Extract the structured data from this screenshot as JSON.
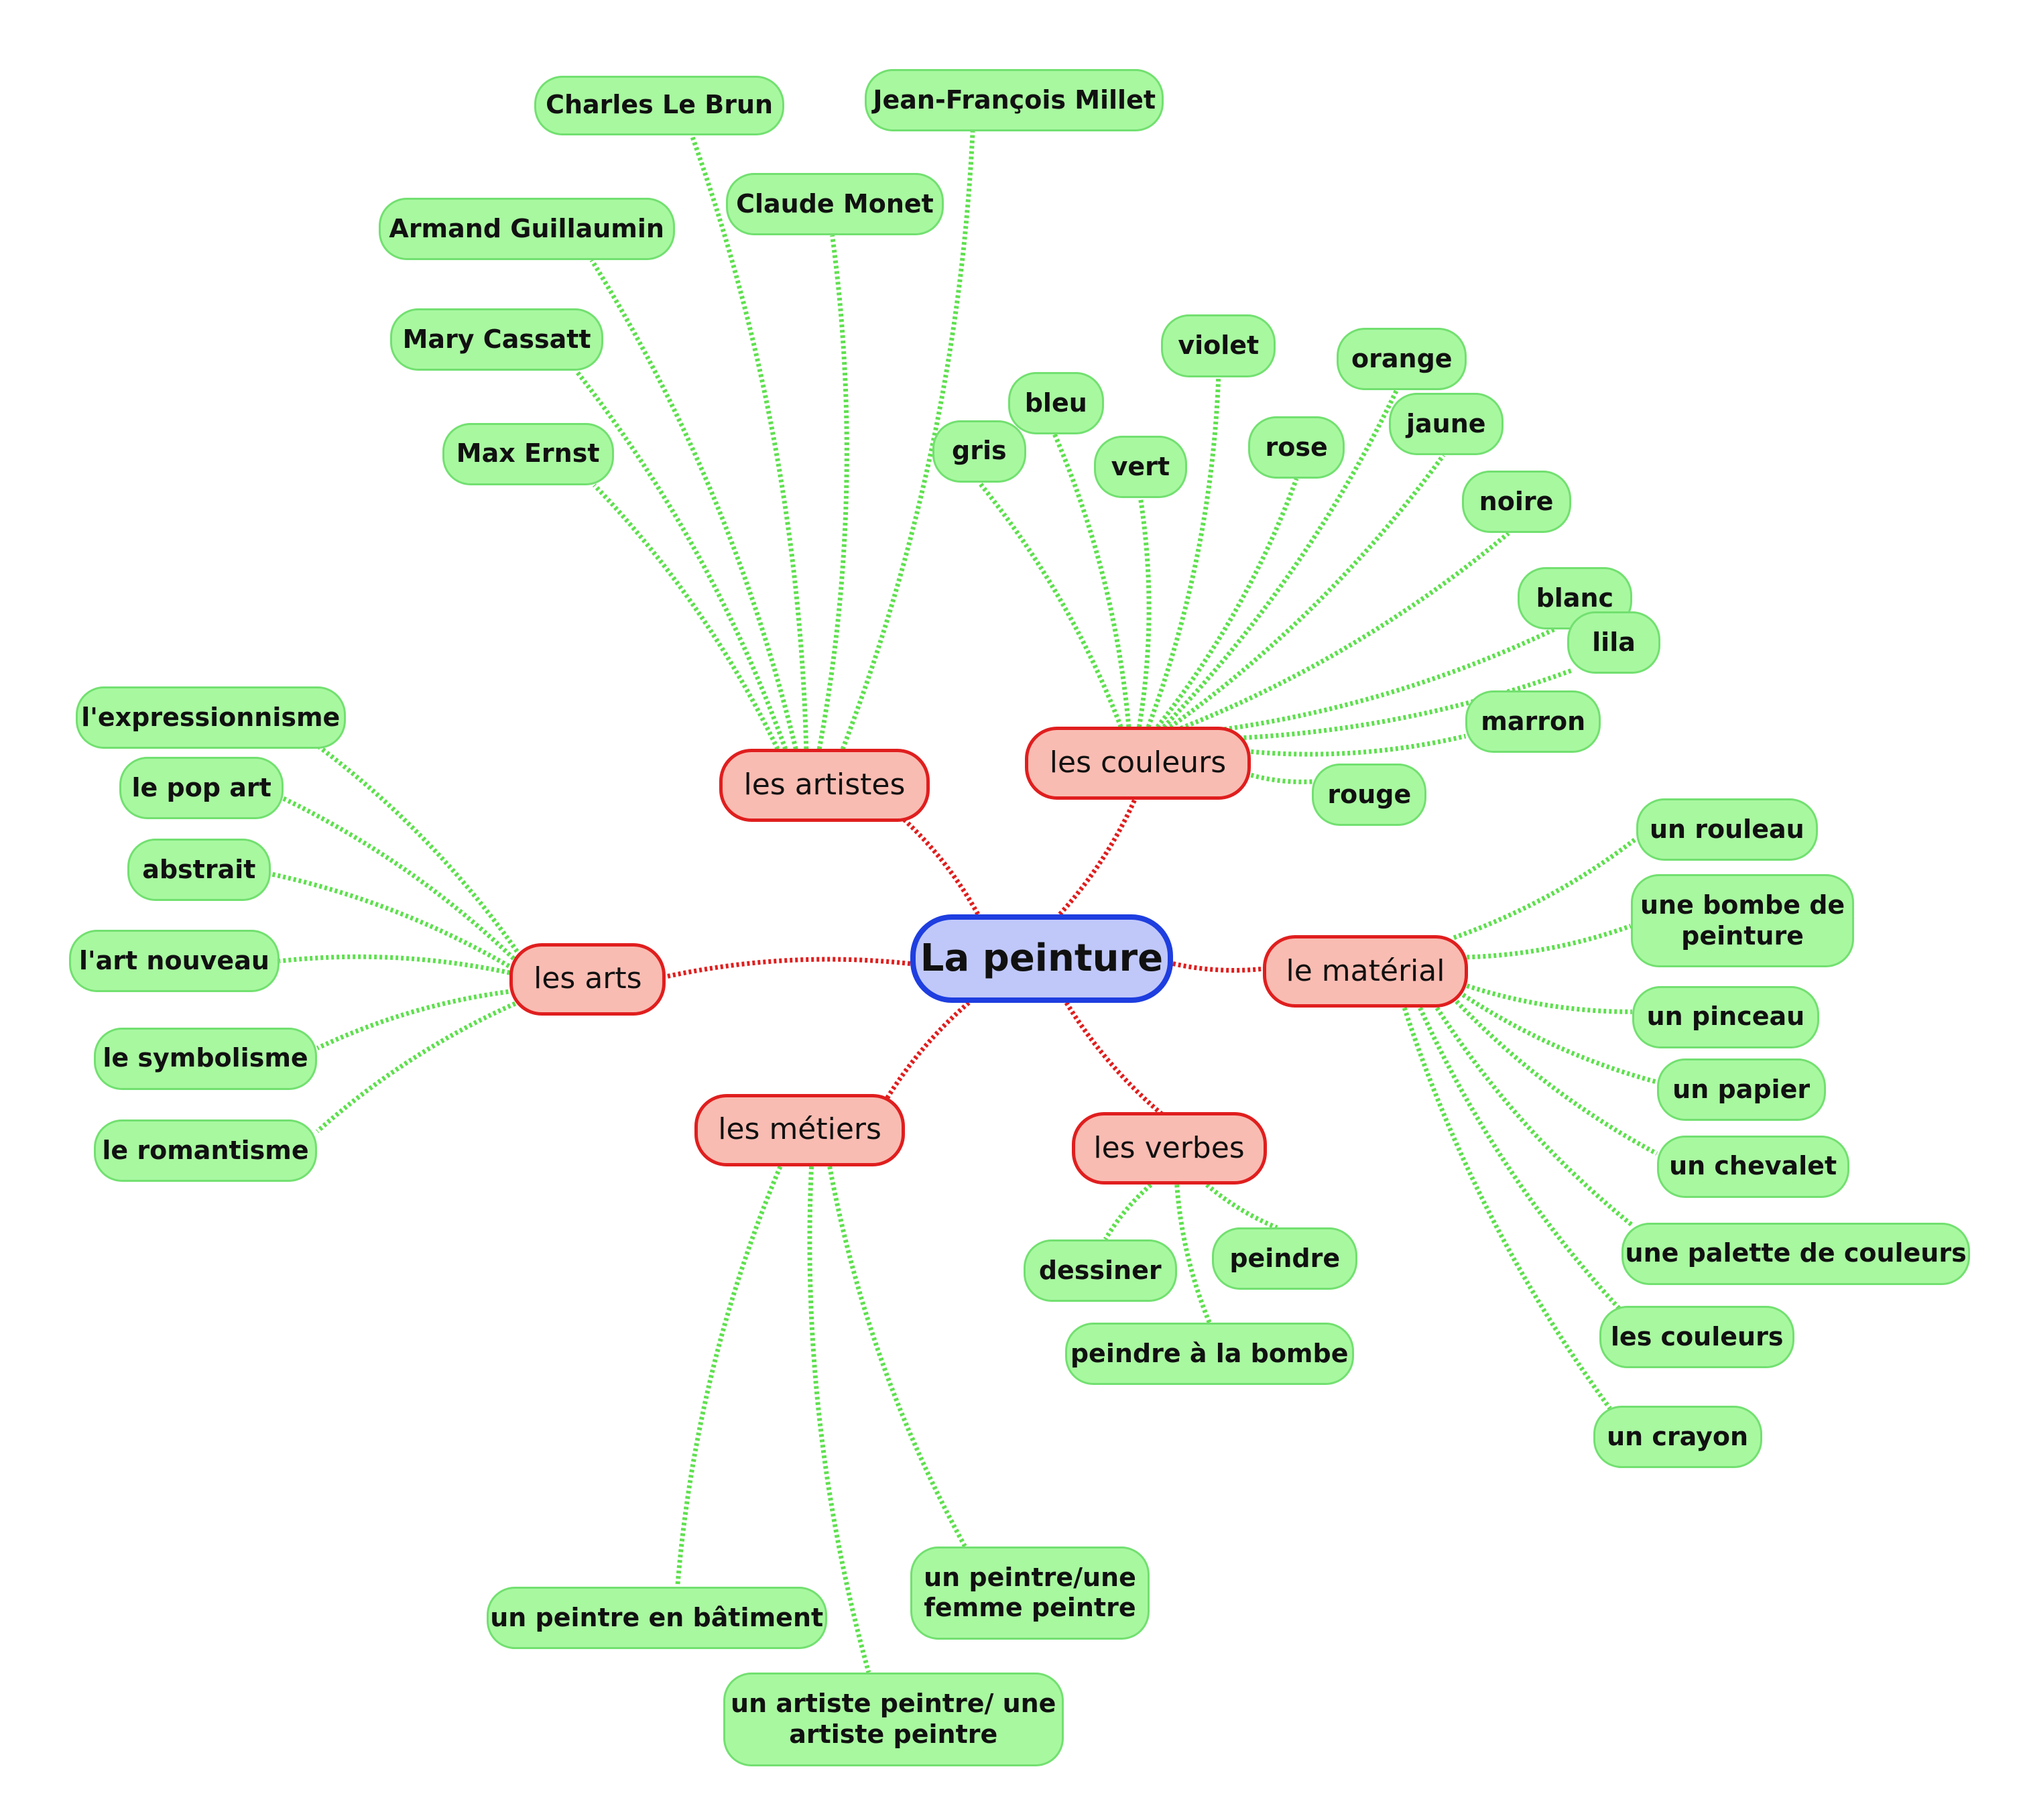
{
  "root": "La peinture",
  "branches": {
    "artistes": {
      "label": "les artistes",
      "items": [
        "Charles Le Brun",
        "Jean-François Millet",
        "Claude Monet",
        "Armand Guillaumin",
        "Mary Cassatt",
        "Max Ernst"
      ]
    },
    "couleurs": {
      "label": "les couleurs",
      "items": [
        "gris",
        "bleu",
        "vert",
        "violet",
        "rose",
        "orange",
        "jaune",
        "noire",
        "blanc",
        "lila",
        "marron",
        "rouge"
      ]
    },
    "arts": {
      "label": "les arts",
      "items": [
        "l'expressionnisme",
        "le pop art",
        "abstrait",
        "l'art nouveau",
        "le symbolisme",
        "le romantisme"
      ]
    },
    "materiel": {
      "label": "le matérial",
      "items": [
        "un rouleau",
        "une bombe de\npeinture",
        "un pinceau",
        "un papier",
        "un chevalet",
        "une palette de couleurs",
        "les couleurs",
        "un crayon"
      ]
    },
    "metiers": {
      "label": "les métiers",
      "items": [
        "un peintre en bâtiment",
        "un artiste peintre/ une\nartiste peintre",
        "un peintre/une\nfemme peintre"
      ]
    },
    "verbes": {
      "label": "les verbes",
      "items": [
        "dessiner",
        "peindre",
        "peindre à la bombe"
      ]
    }
  },
  "colors": {
    "root_fill": "#c0c8fa",
    "root_border": "#1e3ee0",
    "branch_fill": "#f9bcb2",
    "branch_border": "#e01e1e",
    "leaf_fill": "#a8f8a0",
    "leaf_border": "#72e070",
    "root_link": "#e01e1e",
    "leaf_link": "#5ee04e"
  }
}
